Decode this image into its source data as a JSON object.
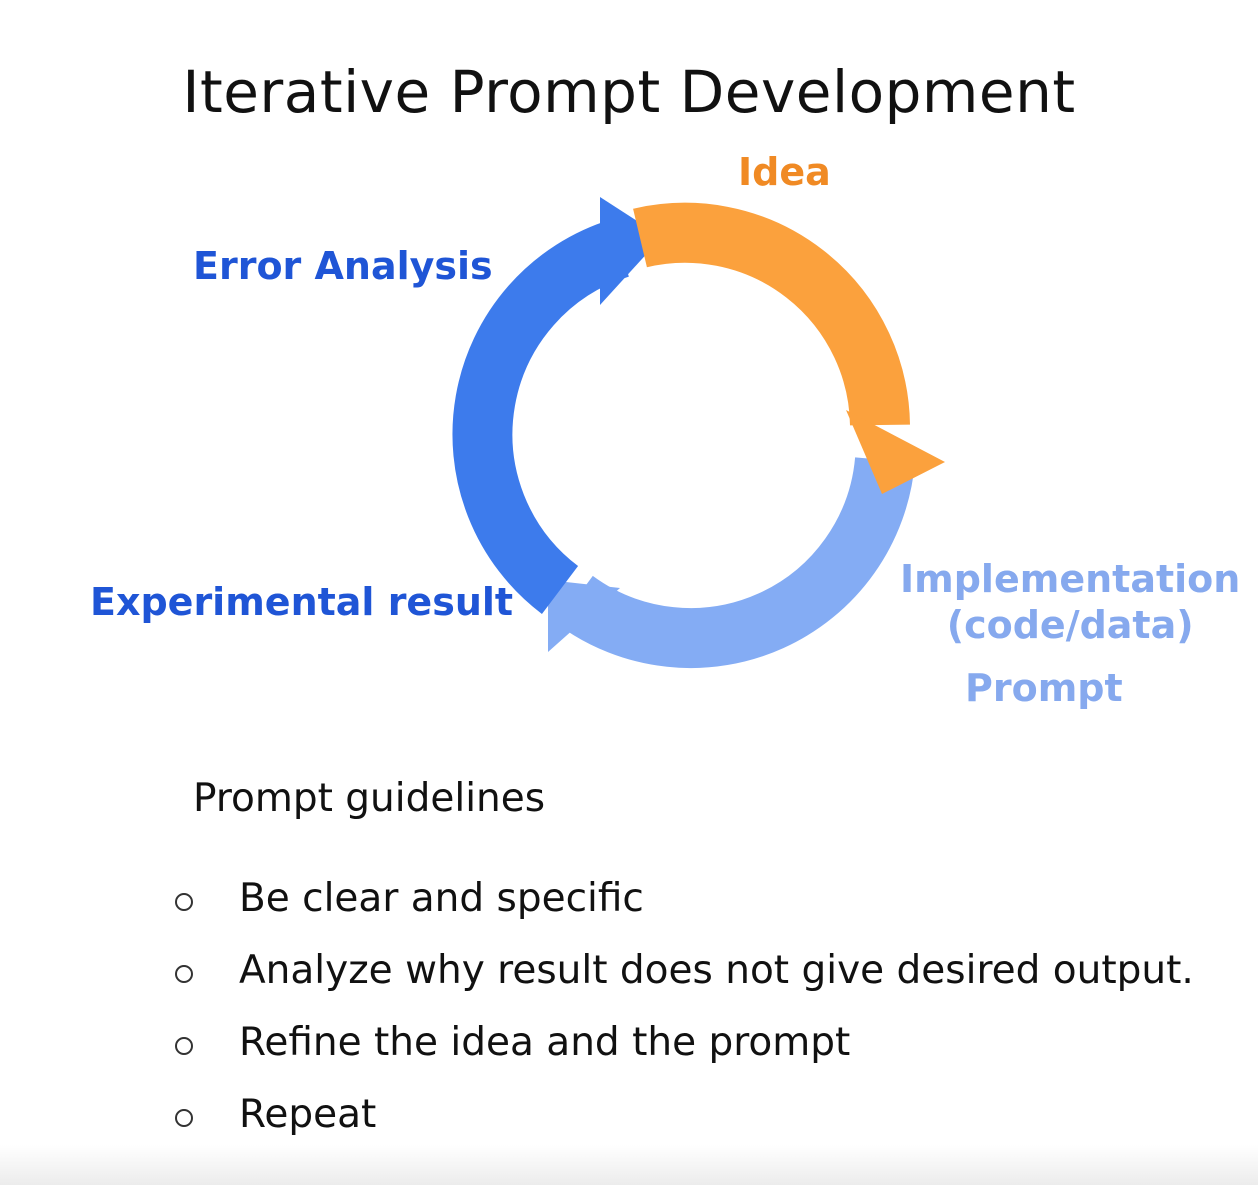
{
  "title": "Iterative Prompt Development",
  "cycle": {
    "nodes": {
      "idea": {
        "label": "Idea",
        "color": "#f08a24"
      },
      "implementation": {
        "line1": "Implementation",
        "line2": "(code/data)",
        "color": "#86a9ee"
      },
      "prompt": {
        "label": "Prompt",
        "color": "#86a9ee"
      },
      "experimental_result": {
        "label": "Experimental result",
        "color": "#1f55d6"
      },
      "error_analysis": {
        "label": "Error Analysis",
        "color": "#1f55d6"
      }
    },
    "arrow_colors": {
      "orange": "#fba13d",
      "light_blue": "#84acf4",
      "blue": "#3d7bec"
    }
  },
  "guidelines": {
    "title": "Prompt guidelines",
    "items": [
      "Be clear and specific",
      "Analyze why result does not give desired output.",
      "Refine the idea and the prompt",
      "Repeat"
    ]
  }
}
